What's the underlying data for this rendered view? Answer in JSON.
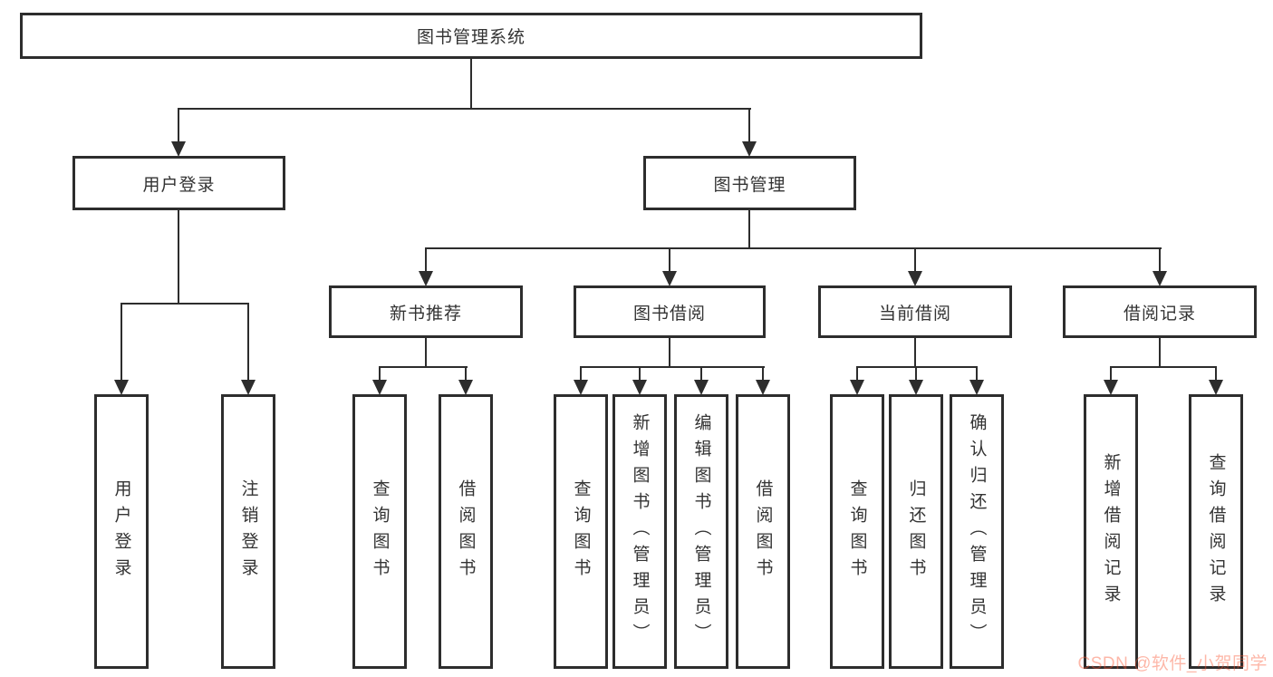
{
  "diagram": {
    "root": "图书管理系统",
    "level2": [
      "用户登录",
      "图书管理"
    ],
    "level3": [
      "新书推荐",
      "图书借阅",
      "当前借阅",
      "借阅记录"
    ],
    "leaves_user_login": [
      "用户登录",
      "注销登录"
    ],
    "leaves_new_book": [
      "查询图书",
      "借阅图书"
    ],
    "leaves_book_borrow": [
      "查询图书",
      "新增图书（管理员）",
      "编辑图书（管理员）",
      "借阅图书"
    ],
    "leaves_current_borrow": [
      "查询图书",
      "归还图书",
      "确认归还（管理员）"
    ],
    "leaves_borrow_record": [
      "新增借阅记录",
      "查询借阅记录"
    ]
  },
  "watermark": {
    "text": "CSDN @软件_小贺同学",
    "color": "#FC5531"
  },
  "colors": {
    "line": "#2d2d2d",
    "text": "#333333",
    "background": "#ffffff"
  }
}
